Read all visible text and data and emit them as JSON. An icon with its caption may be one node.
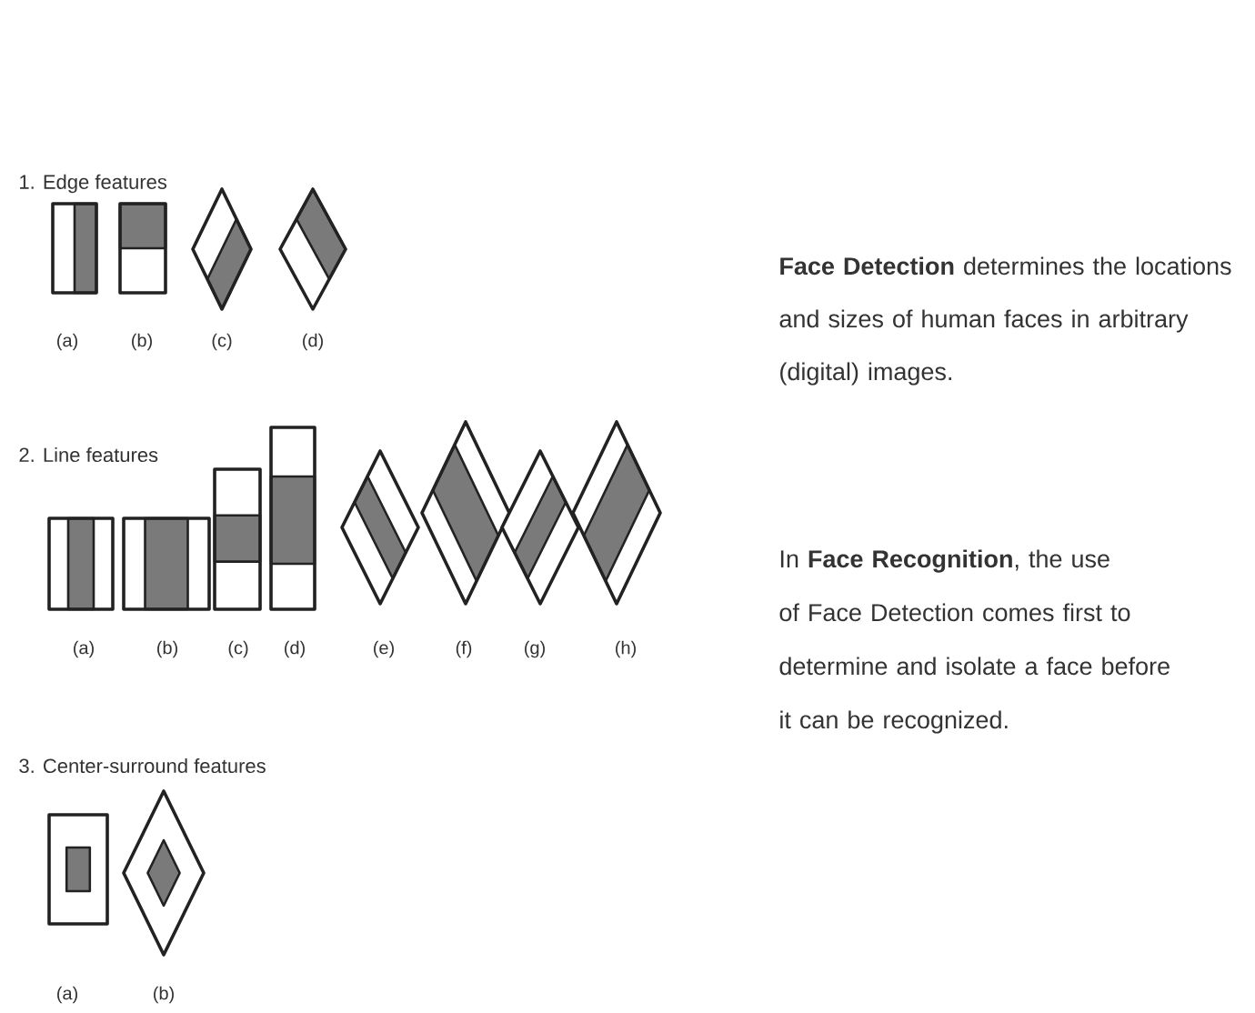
{
  "diagram": {
    "labels": [
      "1. Edge features",
      "(a)",
      "(b)",
      "(c)",
      "(d)",
      "**Face Detection** determines the locations and sizes of human faces in arbitrary (digital) images.",
      "2. Line features",
      "(a)",
      "(b)",
      "(c)",
      "(d)",
      "(e)",
      "(f)",
      "(g)",
      "(h)",
      "In **Face Recognition**, the use of Face Detection comes first to determine and isolate a face before it can be recognized.",
      "3. Center-surround features",
      "(a)",
      "(b)"
    ]
  }
}
